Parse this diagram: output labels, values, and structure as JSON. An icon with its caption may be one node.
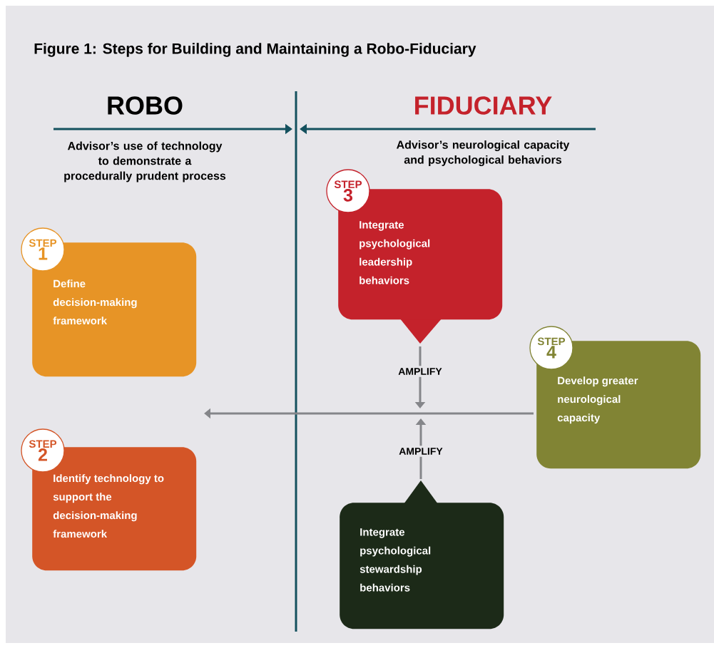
{
  "diagram": {
    "title": "Figure 1: Steps for Building and Maintaining a Robo-Fiduciary",
    "nodes": [
      {
        "text": [
          "STEP",
          "1"
        ]
      },
      {
        "text": [
          "Define decision-making framework"
        ]
      },
      {
        "text": [
          "STEP",
          "2"
        ]
      },
      {
        "text": [
          "Identify technology to support the decision-making framework"
        ]
      },
      {
        "text": [
          "STEP",
          "3"
        ]
      },
      {
        "text": [
          "Integrate psychological leadership behaviors"
        ]
      },
      {
        "text": [
          "STEP",
          "4"
        ]
      },
      {
        "text": [
          "Develop greater neurological capacity"
        ]
      },
      {
        "text": [
          "Integrate psychological stewardship behaviors"
        ]
      }
    ],
    "edges": [
      {
        "from": 5,
        "to": null,
        "arrow": "to",
        "label": "AMPLIFY"
      },
      {
        "from": 8,
        "to": null,
        "arrow": "to",
        "label": "AMPLIFY"
      },
      {
        "from": 7,
        "to": null,
        "arrow": "to"
      }
    ],
    "labels": [
      "ROBO",
      "FIDUCIARY",
      "Advisor’s use of technology to demonstrate a procedurally prudent process",
      "Advisor’s neurological capacity and psychological behaviors"
    ]
  }
}
